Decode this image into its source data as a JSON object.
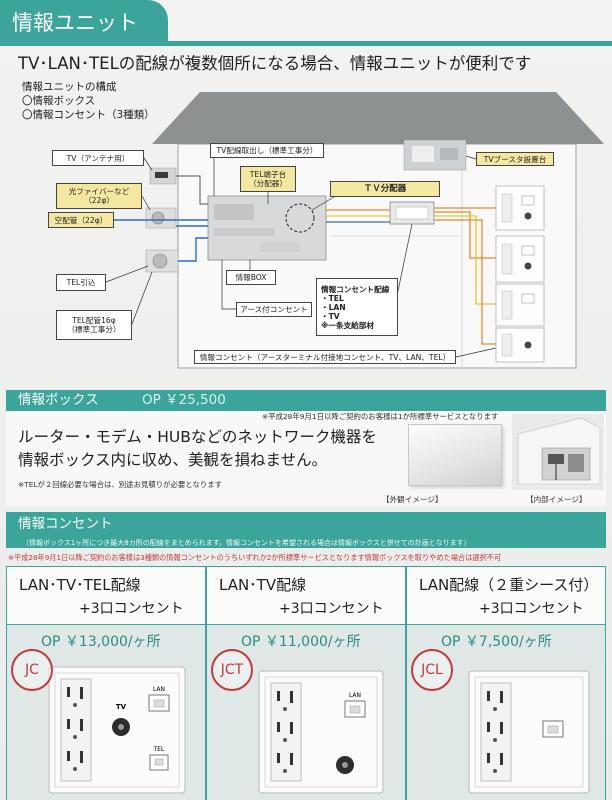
{
  "colors": {
    "teal": "#3ba49b",
    "teal_dark": "#2d8c84",
    "label_yellow": "#f4e7a2",
    "red": "#c23b3b"
  },
  "header": {
    "title": "情報ユニット"
  },
  "intro": {
    "headline": "TV･LAN･TELの配線が複数個所になる場合、情報ユニットが便利です",
    "composition_title": "情報ユニットの構成",
    "composition_items": [
      "〇情報ボックス",
      "〇情報コンセント（3種類）"
    ]
  },
  "diagram": {
    "tv_wiring": "TV配線取出し（標準工事分）",
    "tv_antenna": "TV（アンテナ用）",
    "tel_terminal": [
      "TEL端子台",
      "（分配器）"
    ],
    "tv_splitter": "ＴＶ分配器",
    "optical_fiber": [
      "光ファイバーなど",
      "（22φ）"
    ],
    "empty_conduit": "空配管（22φ）",
    "tel_inlet": "TEL引込",
    "tel_conduit": [
      "TEL配管16φ",
      "（標準工事分）"
    ],
    "info_box": "情報BOX",
    "ground_outlet": "アース付コンセント",
    "outlet_wiring": [
      "情報コンセント配線",
      "・TEL",
      "・LAN",
      "・TV",
      "※一条支給部材"
    ],
    "booster_stand": "TVブースタ設置台",
    "info_outlet": "情報コンセント（アースターミナル付接地コンセント、TV、LAN、TEL）"
  },
  "info_box_section": {
    "title": "情報ボックス",
    "price": "OP ￥25,500",
    "note": "※平成28年9月1日以降ご契約のお客様は1か所標準サービスとなります",
    "body": [
      "ルーター・モデム・HUBなどのネットワーク機器を",
      "情報ボックス内に収め、美観を損ねません。"
    ],
    "sub_note": "※TELが２回線必要な場合は、別途お見積りが必要となります",
    "caption_exterior": "【外観イメージ】",
    "caption_interior": "【内部イメージ】"
  },
  "info_outlet_section": {
    "title": "情報コンセント",
    "note": "（情報ボックス1ヶ所につき最大8カ所の配線をまとめられます。情報コンセントを希望される場合は情報ボックスと併せての計画となります）",
    "red_note": "※平成28年9月1日以降ご契約のお客様は3種類の情報コンセントのうちいずれか2か所標準サービスとなります情報ボックスを取りやめた場合は選択不可",
    "items": [
      {
        "title": "LAN･TV･TEL配線",
        "subtitle": "+3口コンセント",
        "price": "OP ￥13,000/ヶ所",
        "code": "JC",
        "jack_labels": [
          "TV",
          "LAN",
          "TEL"
        ]
      },
      {
        "title": "LAN･TV配線",
        "subtitle": "+3口コンセント",
        "price": "OP ￥11,000/ヶ所",
        "code": "JCT",
        "jack_labels": [
          "LAN"
        ]
      },
      {
        "title": "LAN配線（２重シース付）",
        "subtitle": "+3口コンセント",
        "price": "OP ￥7,500/ヶ所",
        "code": "JCL",
        "jack_labels": []
      }
    ]
  },
  "icons": {
    "power_socket": "power-socket-icon",
    "tv_jack": "tv-coax-jack-icon",
    "lan_jack": "lan-jack-icon",
    "tel_jack": "tel-jack-icon"
  }
}
